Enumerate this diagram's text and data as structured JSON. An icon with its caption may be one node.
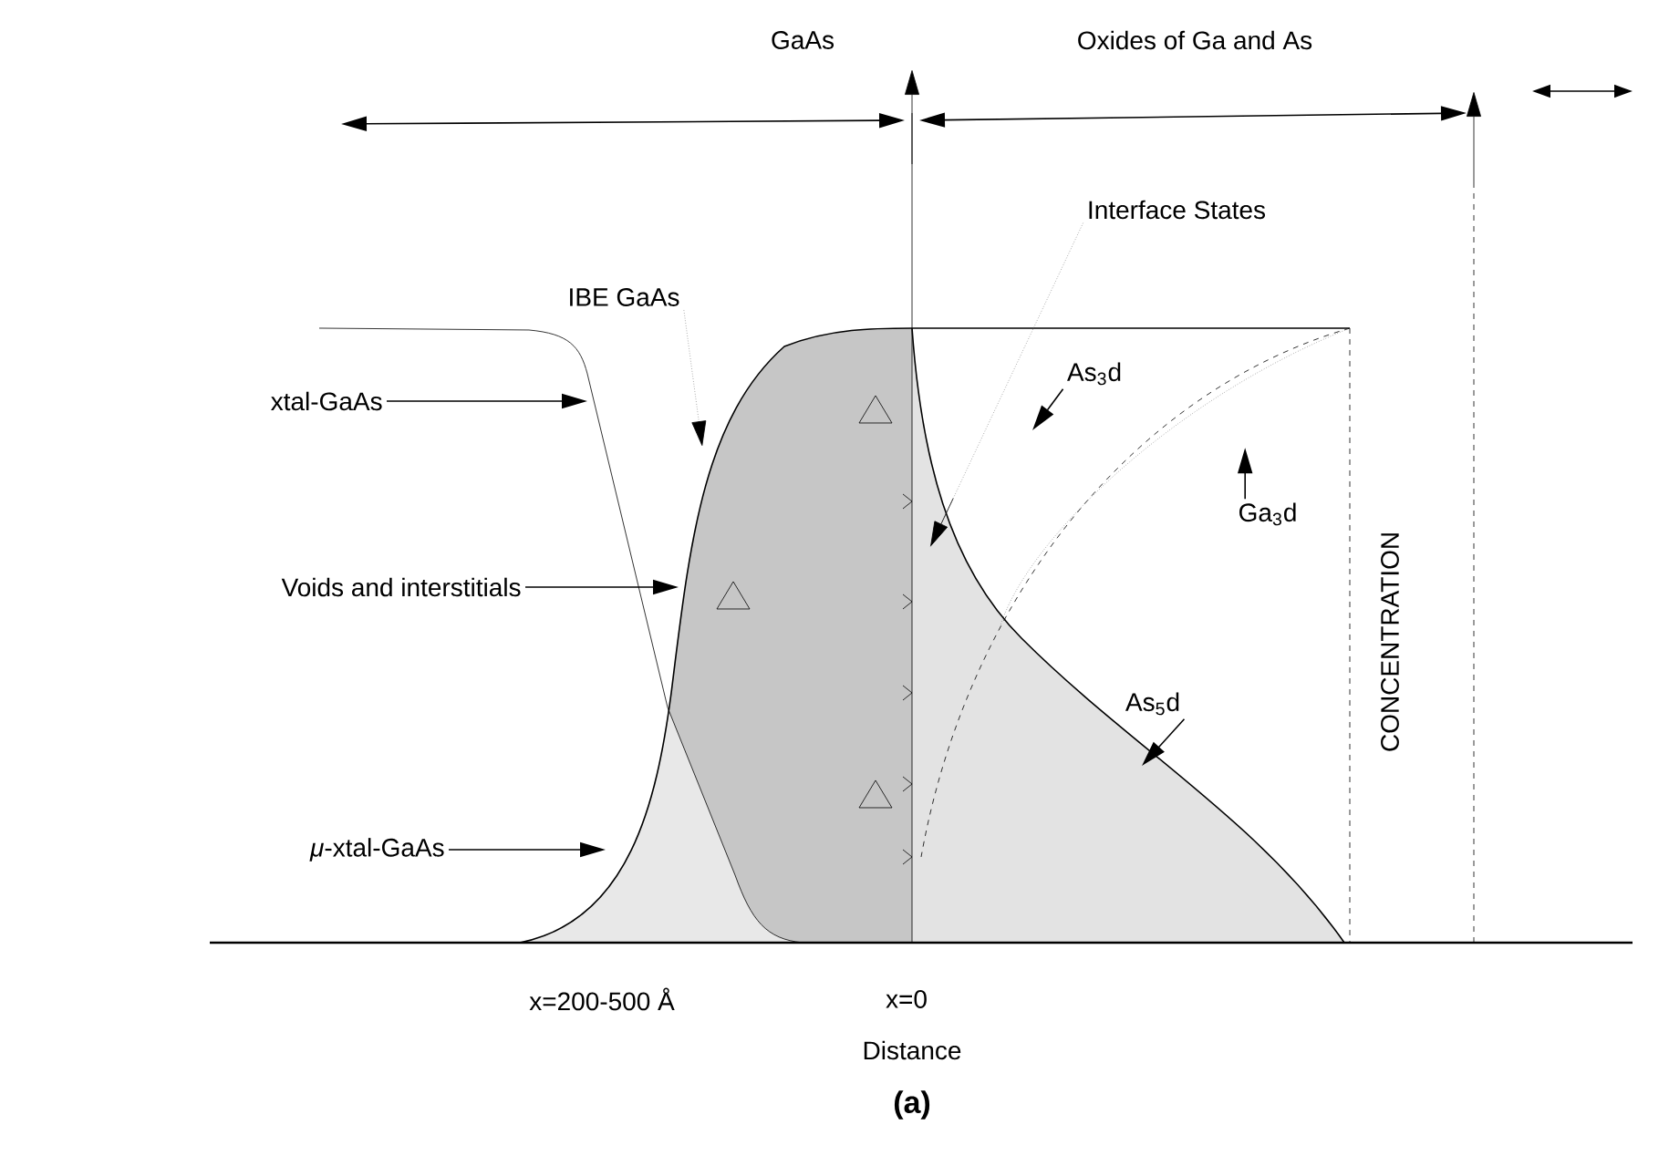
{
  "diagram": {
    "nodes": [
      {
        "text": [
          "xtal-GaAs"
        ]
      },
      {
        "text": [
          "Voids and interstitials"
        ]
      },
      {
        "text": [
          "*μ*-xtal-GaAs"
        ]
      },
      {
        "text": [
          "IBE GaAs"
        ]
      },
      {
        "text": [
          "Interface States"
        ]
      },
      {
        "text": [
          "As$_{3}$d"
        ]
      },
      {
        "text": [
          "Ga$_{3}$d"
        ]
      },
      {
        "text": [
          "As$_{5}$d"
        ]
      }
    ],
    "edges": [
      {
        "from": 0,
        "to": null,
        "arrow": "to"
      },
      {
        "from": 1,
        "to": null,
        "arrow": "to"
      },
      {
        "from": 2,
        "to": null,
        "arrow": "to"
      },
      {
        "from": 3,
        "to": null,
        "arrow": "to",
        "style": "dashed",
        "color": "#808080"
      },
      {
        "from": 4,
        "to": null,
        "arrow": "to",
        "style": "dashed",
        "color": "#808080"
      },
      {
        "from": 5,
        "to": null,
        "arrow": "to"
      },
      {
        "from": 6,
        "to": null,
        "arrow": "to"
      },
      {
        "from": 7,
        "to": null,
        "arrow": "to"
      }
    ],
    "labels": [
      "GaAs",
      "Oxides of Ga and As",
      "CONCENTRATION",
      "x=200-500 Å",
      "x=0",
      "Distance",
      "(a)"
    ]
  }
}
